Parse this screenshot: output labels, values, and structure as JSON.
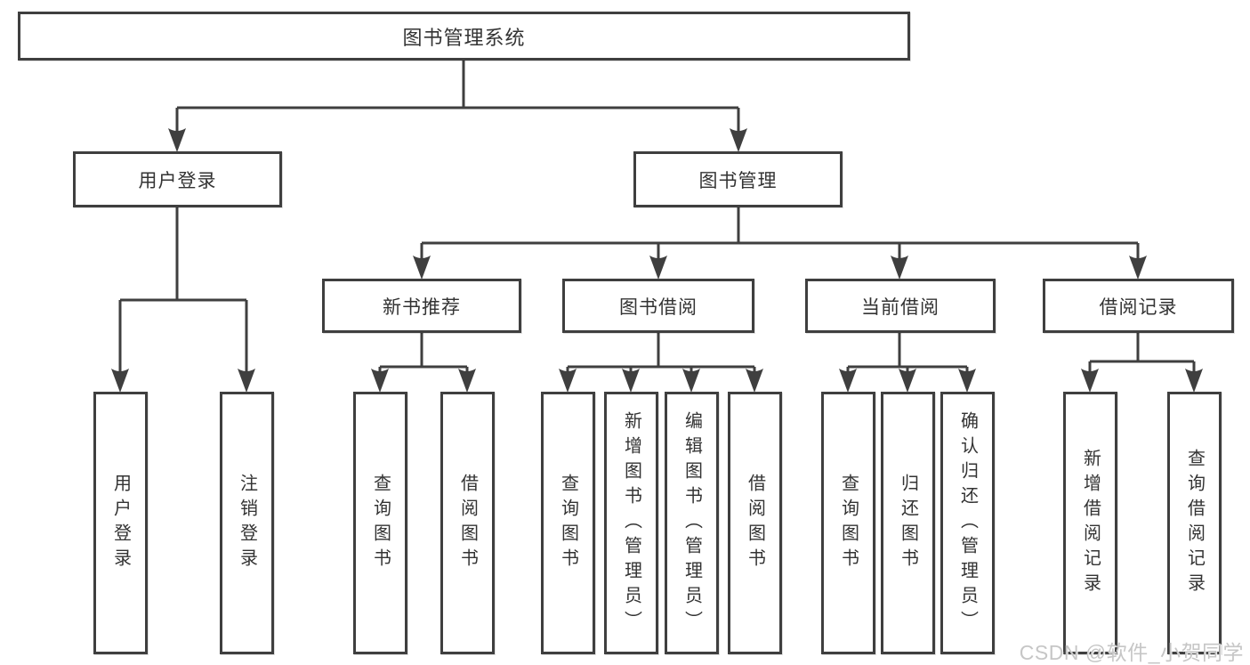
{
  "nodes": {
    "root": "图书管理系统",
    "user_login": "用户登录",
    "book_mgmt": "图书管理",
    "new_book_rec": "新书推荐",
    "book_borrow": "图书借阅",
    "current_borrow": "当前借阅",
    "borrow_record": "借阅记录",
    "leaf_user_login": "用户登录",
    "leaf_logout": "注销登录",
    "leaf_nbr_query": "查询图书",
    "leaf_nbr_borrow": "借阅图书",
    "leaf_bb_query": "查询图书",
    "leaf_bb_add": "新增图书（管理员）",
    "leaf_bb_edit": "编辑图书（管理员）",
    "leaf_bb_borrow": "借阅图书",
    "leaf_cb_query": "查询图书",
    "leaf_cb_return": "归还图书",
    "leaf_cb_confirm": "确认归还（管理员）",
    "leaf_br_add": "新增借阅记录",
    "leaf_br_query": "查询借阅记录"
  },
  "watermark": "CSDN @软件_小贺同学",
  "colors": {
    "line": "#3f3f3f",
    "text": "#333333",
    "background": "#ffffff",
    "watermark": "#c6c6c6"
  }
}
